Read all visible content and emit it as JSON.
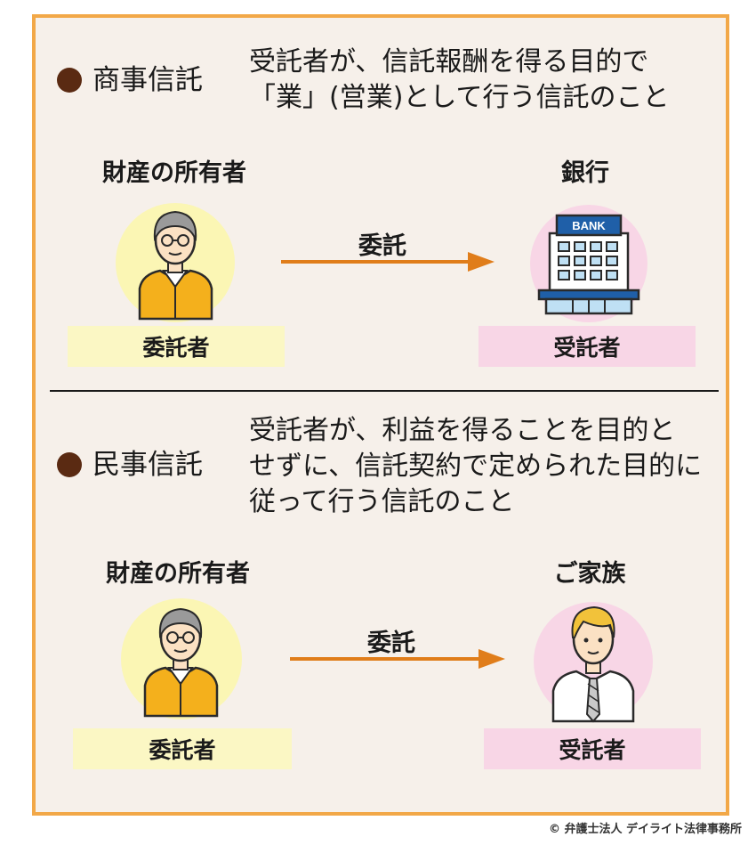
{
  "sections": [
    {
      "title": "商事信託",
      "description": [
        "受託者が、信託報酬を得る目的で",
        "「業」(営業)として行う信託のこと"
      ],
      "left_heading": "財産の所有者",
      "right_heading": "銀行",
      "arrow_label": "委託",
      "left_role": "委託者",
      "right_role": "受託者",
      "bank_sign": "BANK"
    },
    {
      "title": "民事信託",
      "description": [
        "受託者が、利益を得ることを目的と",
        "せずに、信託契約で定められた目的に",
        "従って行う信託のこと"
      ],
      "left_heading": "財産の所有者",
      "right_heading": "ご家族",
      "arrow_label": "委託",
      "left_role": "委託者",
      "right_role": "受託者"
    }
  ],
  "copyright": "© 弁護士法人 デイライト法律事務所",
  "icons": [
    "elderly-man-icon",
    "bank-building-icon",
    "family-man-icon",
    "arrow-right-icon"
  ],
  "colors": {
    "frame_border": "#f2a848",
    "background": "#f6f0ea",
    "bullet": "#5a2a12",
    "arrow": "#e07d1a",
    "yellow": "#fbf6b4",
    "pink": "#f8d6e6",
    "sweater": "#f4b01c"
  }
}
